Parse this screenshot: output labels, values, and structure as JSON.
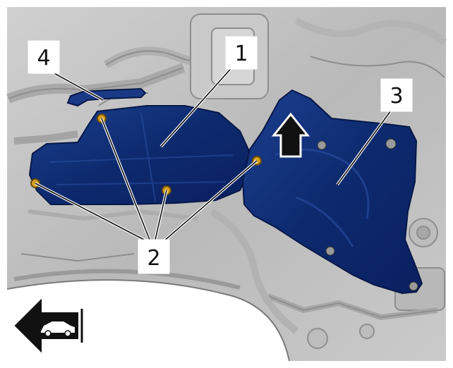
{
  "diagram": {
    "callouts": [
      "1",
      "2",
      "3",
      "4"
    ],
    "direction_icon": "forward-car-arrow-icon",
    "lift_icon": "up-arrow-icon"
  },
  "colors": {
    "panel": "#0d2a6e",
    "panel_highlight": "#2a4fa0",
    "bolt": "#d6a020",
    "background": "#c4c4c4",
    "frame": "#ffffff"
  }
}
